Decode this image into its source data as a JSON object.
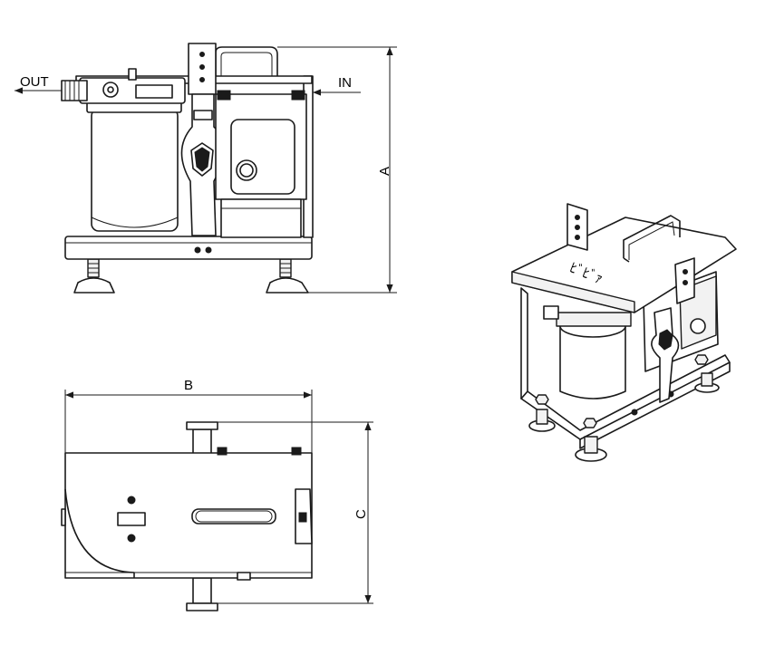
{
  "labels": {
    "out": "OUT",
    "in": "IN",
    "dim_a": "A",
    "dim_b": "B",
    "dim_c": "C"
  },
  "iso_marking": "ﾋﾞﾋﾞｧ"
}
